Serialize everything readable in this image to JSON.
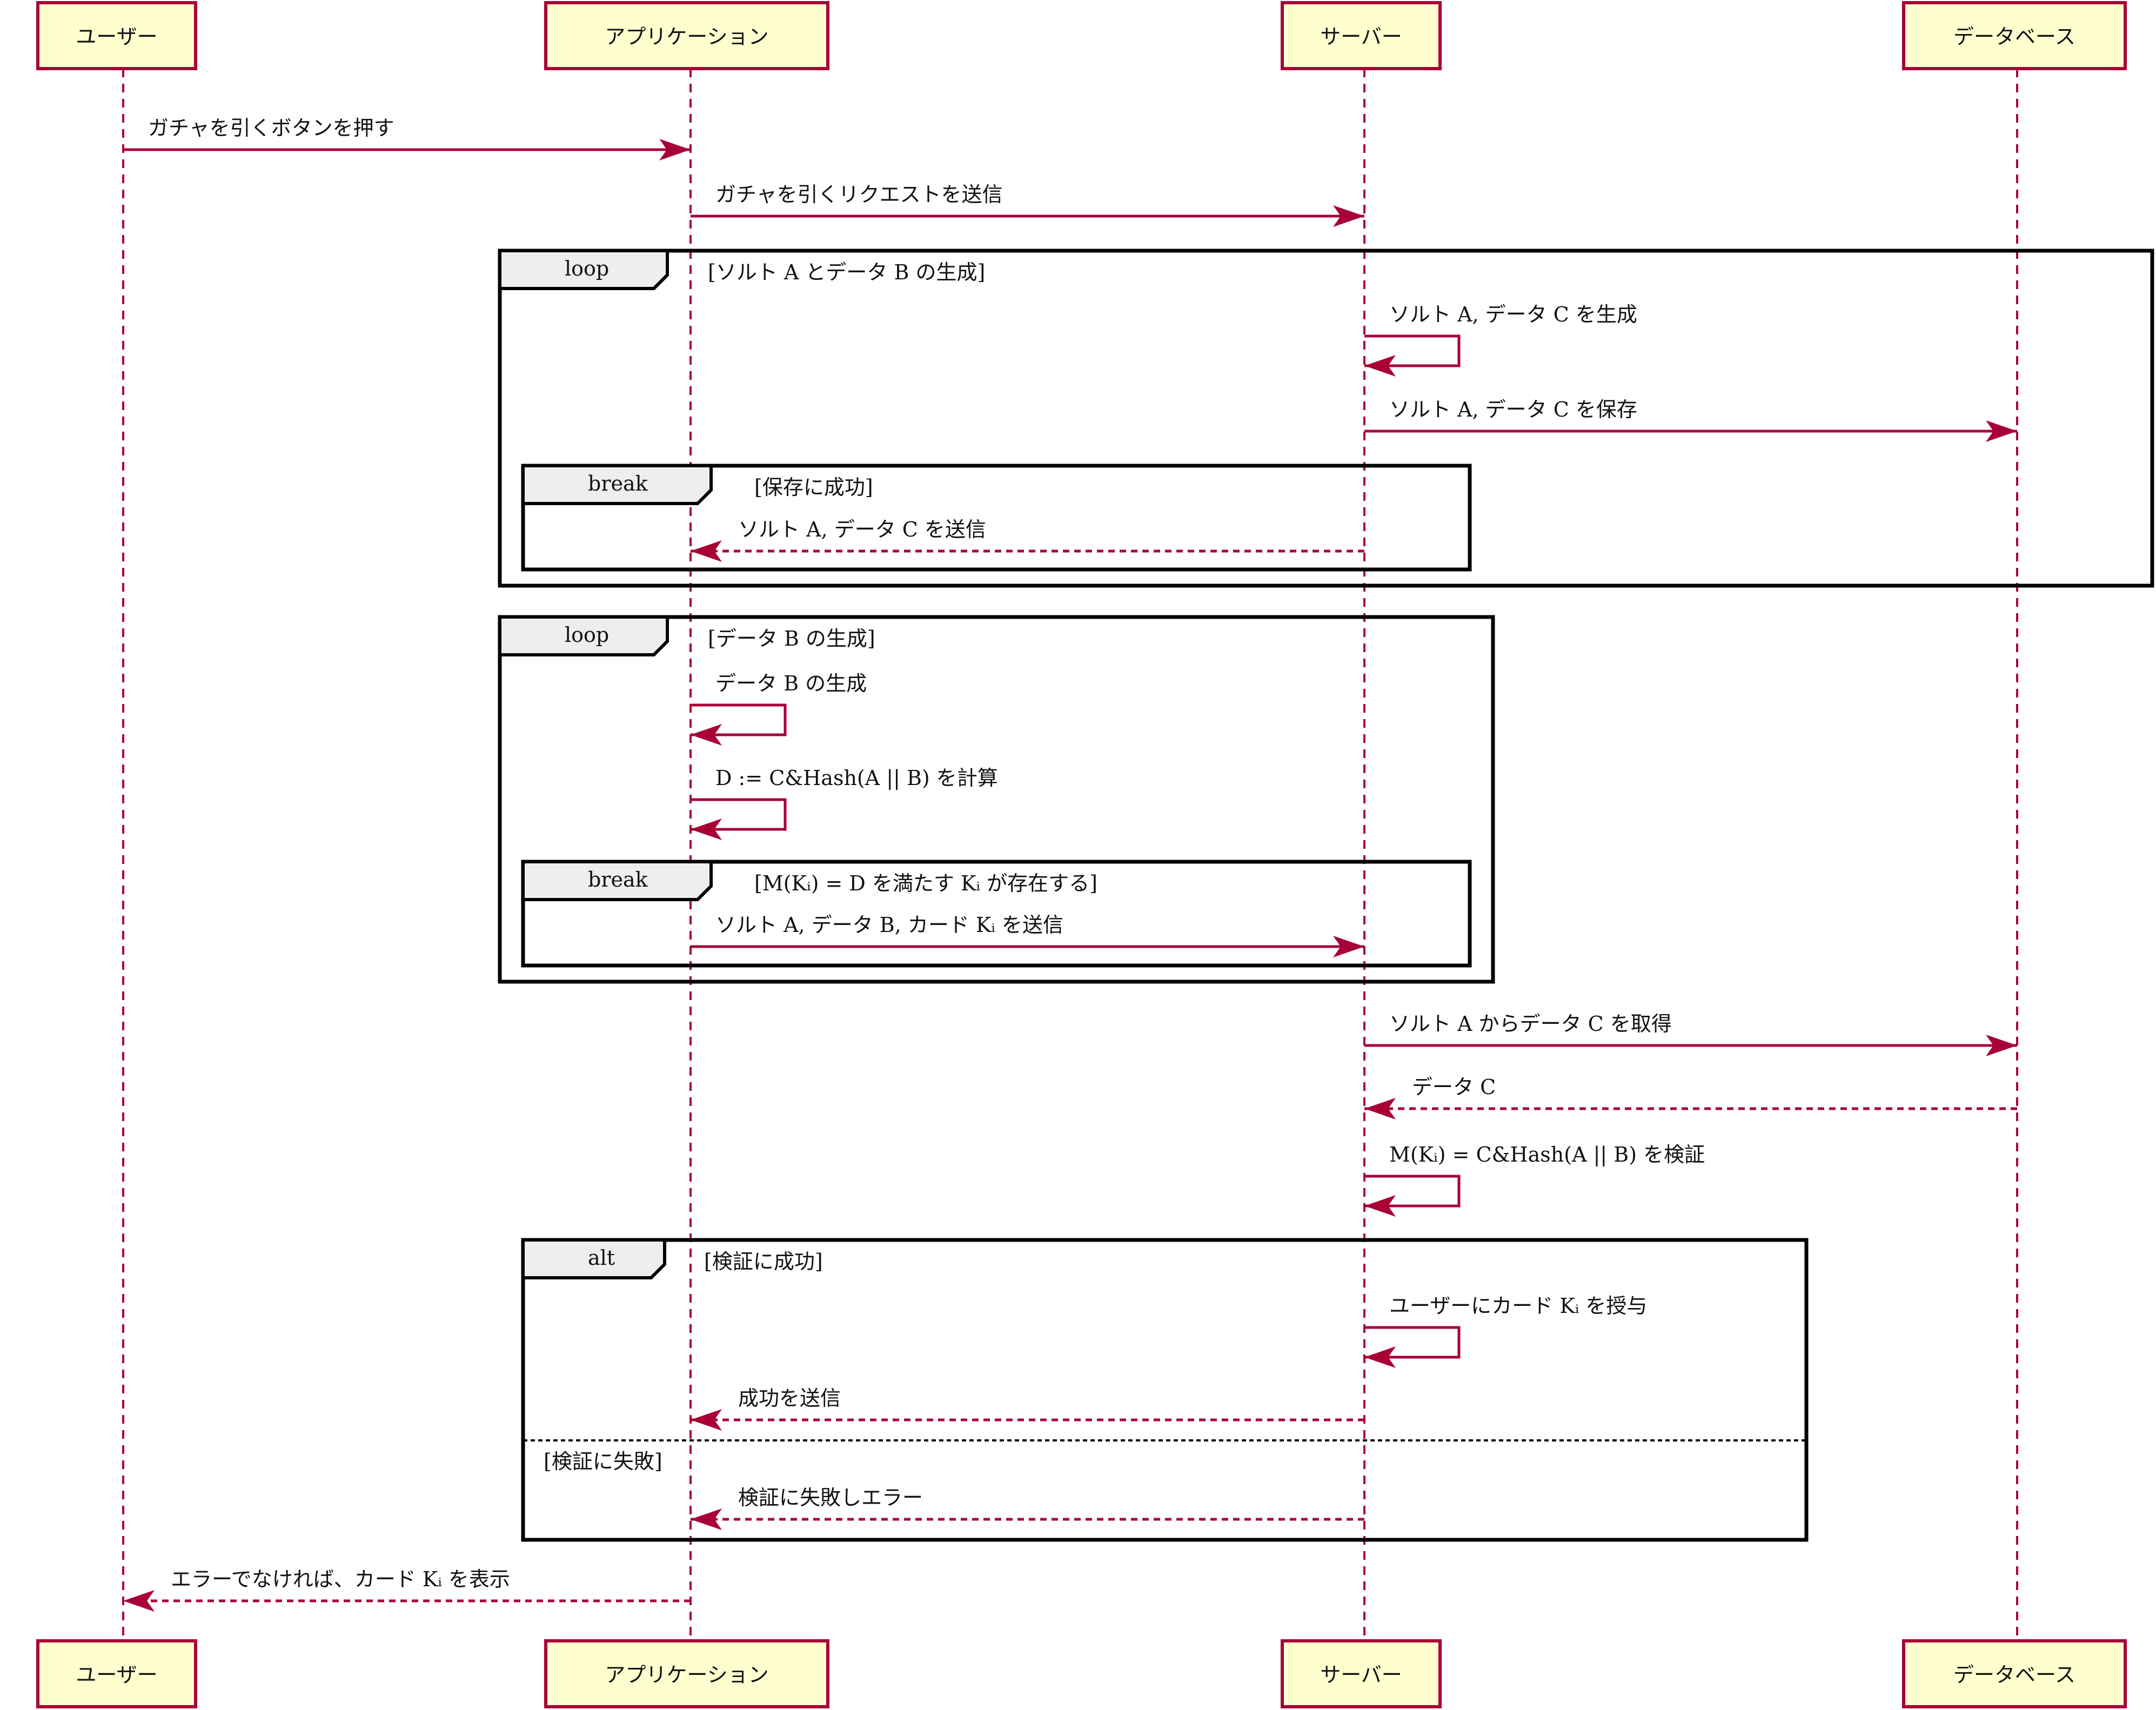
{
  "colors": {
    "line": "#A80036",
    "box_fill": "#FEFECE",
    "frame": "#000000",
    "frame_tab": "#EEEEEE"
  },
  "participants": [
    {
      "id": "user",
      "label": "ユーザー"
    },
    {
      "id": "app",
      "label": "アプリケーション"
    },
    {
      "id": "srv",
      "label": "サーバー"
    },
    {
      "id": "db",
      "label": "データベース"
    }
  ],
  "frames": [
    {
      "id": "loop1",
      "kind": "loop",
      "condition": "[ソルト A とデータ B の生成]"
    },
    {
      "id": "break1",
      "kind": "break",
      "condition": "[保存に成功]"
    },
    {
      "id": "loop2",
      "kind": "loop",
      "condition": "[データ B の生成]"
    },
    {
      "id": "break2",
      "kind": "break",
      "condition": "[M(Kᵢ) = D を満たす Kᵢ が存在する]"
    },
    {
      "id": "alt1",
      "kind": "alt",
      "condition": "[検証に成功]",
      "else_condition": "[検証に失敗]"
    }
  ],
  "messages": [
    {
      "from": "user",
      "to": "app",
      "type": "sync",
      "label": "ガチャを引くボタンを押す"
    },
    {
      "from": "app",
      "to": "srv",
      "type": "sync",
      "label": "ガチャを引くリクエストを送信"
    },
    {
      "from": "srv",
      "to": "srv",
      "type": "self",
      "label": "ソルト A, データ C を生成"
    },
    {
      "from": "srv",
      "to": "db",
      "type": "sync",
      "label": "ソルト A, データ C を保存"
    },
    {
      "from": "srv",
      "to": "app",
      "type": "reply",
      "label": "ソルト A, データ C を送信"
    },
    {
      "from": "app",
      "to": "app",
      "type": "self",
      "label": "データ B の生成"
    },
    {
      "from": "app",
      "to": "app",
      "type": "self",
      "label": "D := C&Hash(A || B) を計算"
    },
    {
      "from": "app",
      "to": "srv",
      "type": "sync",
      "label": "ソルト A, データ B, カード Kᵢ を送信"
    },
    {
      "from": "srv",
      "to": "db",
      "type": "sync",
      "label": "ソルト A からデータ C を取得"
    },
    {
      "from": "db",
      "to": "srv",
      "type": "reply",
      "label": "データ C"
    },
    {
      "from": "srv",
      "to": "srv",
      "type": "self",
      "label": "M(Kᵢ) = C&Hash(A || B) を検証"
    },
    {
      "from": "srv",
      "to": "srv",
      "type": "self",
      "label": "ユーザーにカード Kᵢ を授与"
    },
    {
      "from": "srv",
      "to": "app",
      "type": "reply",
      "label": "成功を送信"
    },
    {
      "from": "srv",
      "to": "app",
      "type": "reply",
      "label": "検証に失敗しエラー"
    },
    {
      "from": "app",
      "to": "user",
      "type": "reply",
      "label": "エラーでなければ、カード Kᵢ を表示"
    }
  ]
}
